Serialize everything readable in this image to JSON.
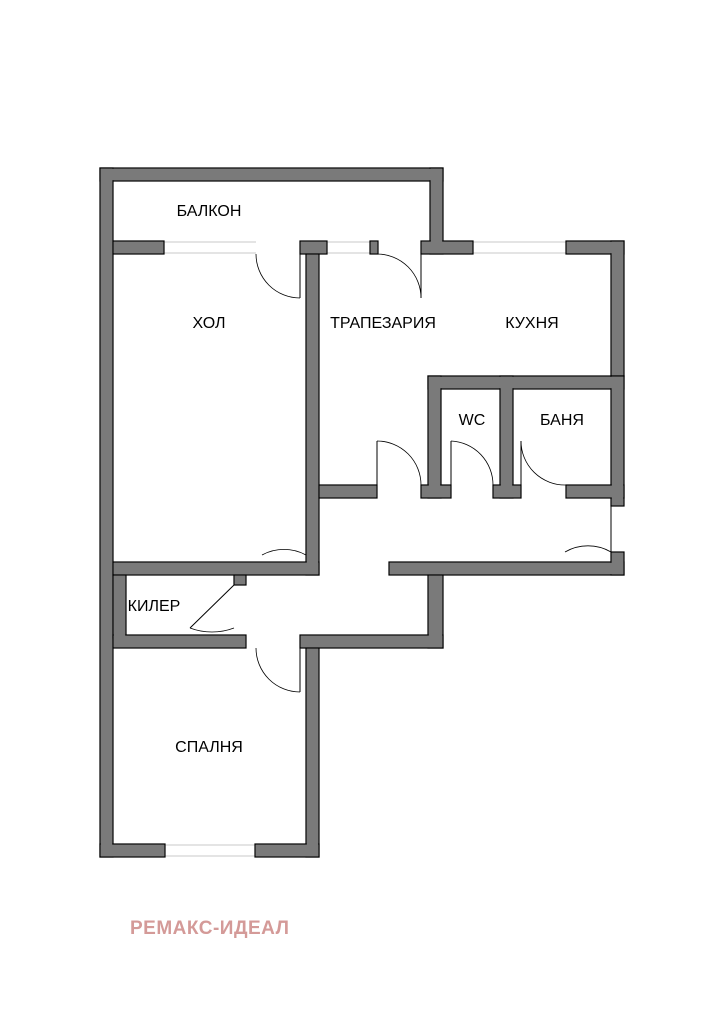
{
  "colors": {
    "wall_fill": "#7a7a7a",
    "wall_stroke": "#000000",
    "window": "#c8c8c8",
    "door_line": "#000000",
    "background": "#ffffff",
    "watermark": "#d49a98"
  },
  "rooms": {
    "balcony": "БАЛКОН",
    "hall": "ХОЛ",
    "dining": "ТРАПЕЗАРИЯ",
    "kitchen": "КУХНЯ",
    "wc": "WC",
    "bathroom": "БАНЯ",
    "pantry": "КИЛЕР",
    "bedroom": "СПАЛНЯ"
  },
  "watermark": "РЕМАКС-ИДЕАЛ"
}
